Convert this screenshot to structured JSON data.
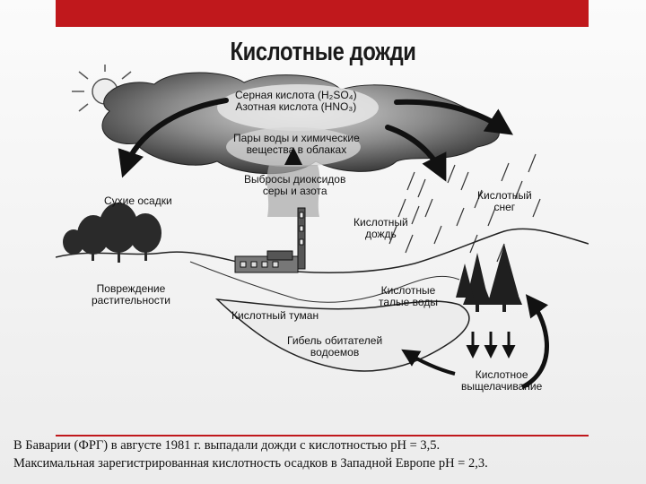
{
  "slide": {
    "title": "Кислотные дожди",
    "caption_line1": "В Баварии (ФРГ) в августе 1981 г. выпадали дожди с кислотностью рН = 3,5.",
    "caption_line2": "Максимальная зарегистрированная кислотность осадков в Западной Европе  рН = 2,3."
  },
  "diagram": {
    "cloud_line1": "Серная кислота (H₂SO₄)",
    "cloud_line2": "Азотная кислота (HNO₃)",
    "vapor_line1": "Пары воды и химические",
    "vapor_line2": "вещества в облаках",
    "emissions_line1": "Выбросы диоксидов",
    "emissions_line2": "серы и азота",
    "dry_deposition": "Сухие осадки",
    "acid_snow_line1": "Кислотный",
    "acid_snow_line2": "снег",
    "acid_rain_line1": "Кислотный",
    "acid_rain_line2": "дождь",
    "veg_damage_line1": "Повреждение",
    "veg_damage_line2": "растительности",
    "acid_fog": "Кислотный туман",
    "meltwater_line1": "Кислотные",
    "meltwater_line2": "талые воды",
    "aquatic_death_line1": "Гибель обитателей",
    "aquatic_death_line2": "водоемов",
    "leaching_line1": "Кислотное",
    "leaching_line2": "выщелачивание"
  },
  "colors": {
    "accent_red": "#c0181c",
    "ink": "#111111",
    "cloud_dark": "#3a3a3a",
    "cloud_light": "#bdbdbd"
  }
}
